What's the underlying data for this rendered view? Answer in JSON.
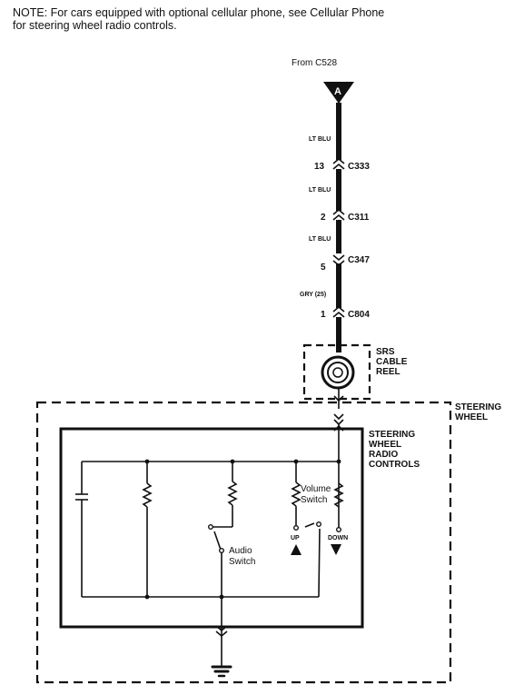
{
  "note": {
    "line1": "NOTE: For cars equipped with optional cellular phone, see Cellular Phone",
    "line2": "for steering wheel radio controls."
  },
  "source": {
    "label": "From C528",
    "connector_letter": "A"
  },
  "wire_segments": [
    {
      "color": "LT BLU",
      "pin": "13",
      "connector": "C333"
    },
    {
      "color": "LT BLU",
      "pin": "2",
      "connector": "C311"
    },
    {
      "color": "LT BLU",
      "pin": "5",
      "connector": "C347"
    },
    {
      "color": "GRY (25)",
      "pin": "1",
      "connector": "C804"
    }
  ],
  "cable_reel": {
    "line1": "SRS",
    "line2": "CABLE",
    "line3": "REEL"
  },
  "steering_wheel": {
    "line1": "STEERING",
    "line2": "WHEEL"
  },
  "radio_controls": {
    "line1": "STEERING",
    "line2": "WHEEL",
    "line3": "RADIO",
    "line4": "CONTROLS"
  },
  "volume_switch": {
    "line1": "Volume",
    "line2": "Switch",
    "up": "UP",
    "down": "DOWN"
  },
  "audio_switch": {
    "line1": "Audio",
    "line2": "Switch"
  }
}
